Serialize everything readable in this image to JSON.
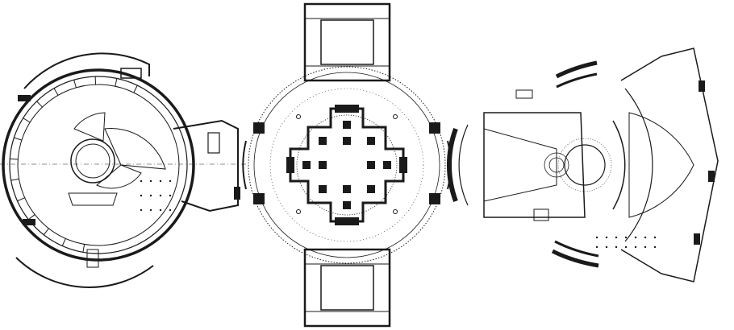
{
  "drawing": {
    "ink_color": "#1a1a1a",
    "paper_color": "#ffffff",
    "plans": [
      {
        "id": "left-plan",
        "kind": "circular theatre plan with fan seating"
      },
      {
        "id": "center-plan",
        "kind": "circular court with cruciform centre and two square wings"
      },
      {
        "id": "right-plan",
        "kind": "twin fan-shaped auditoria around a central rotunda"
      }
    ]
  }
}
